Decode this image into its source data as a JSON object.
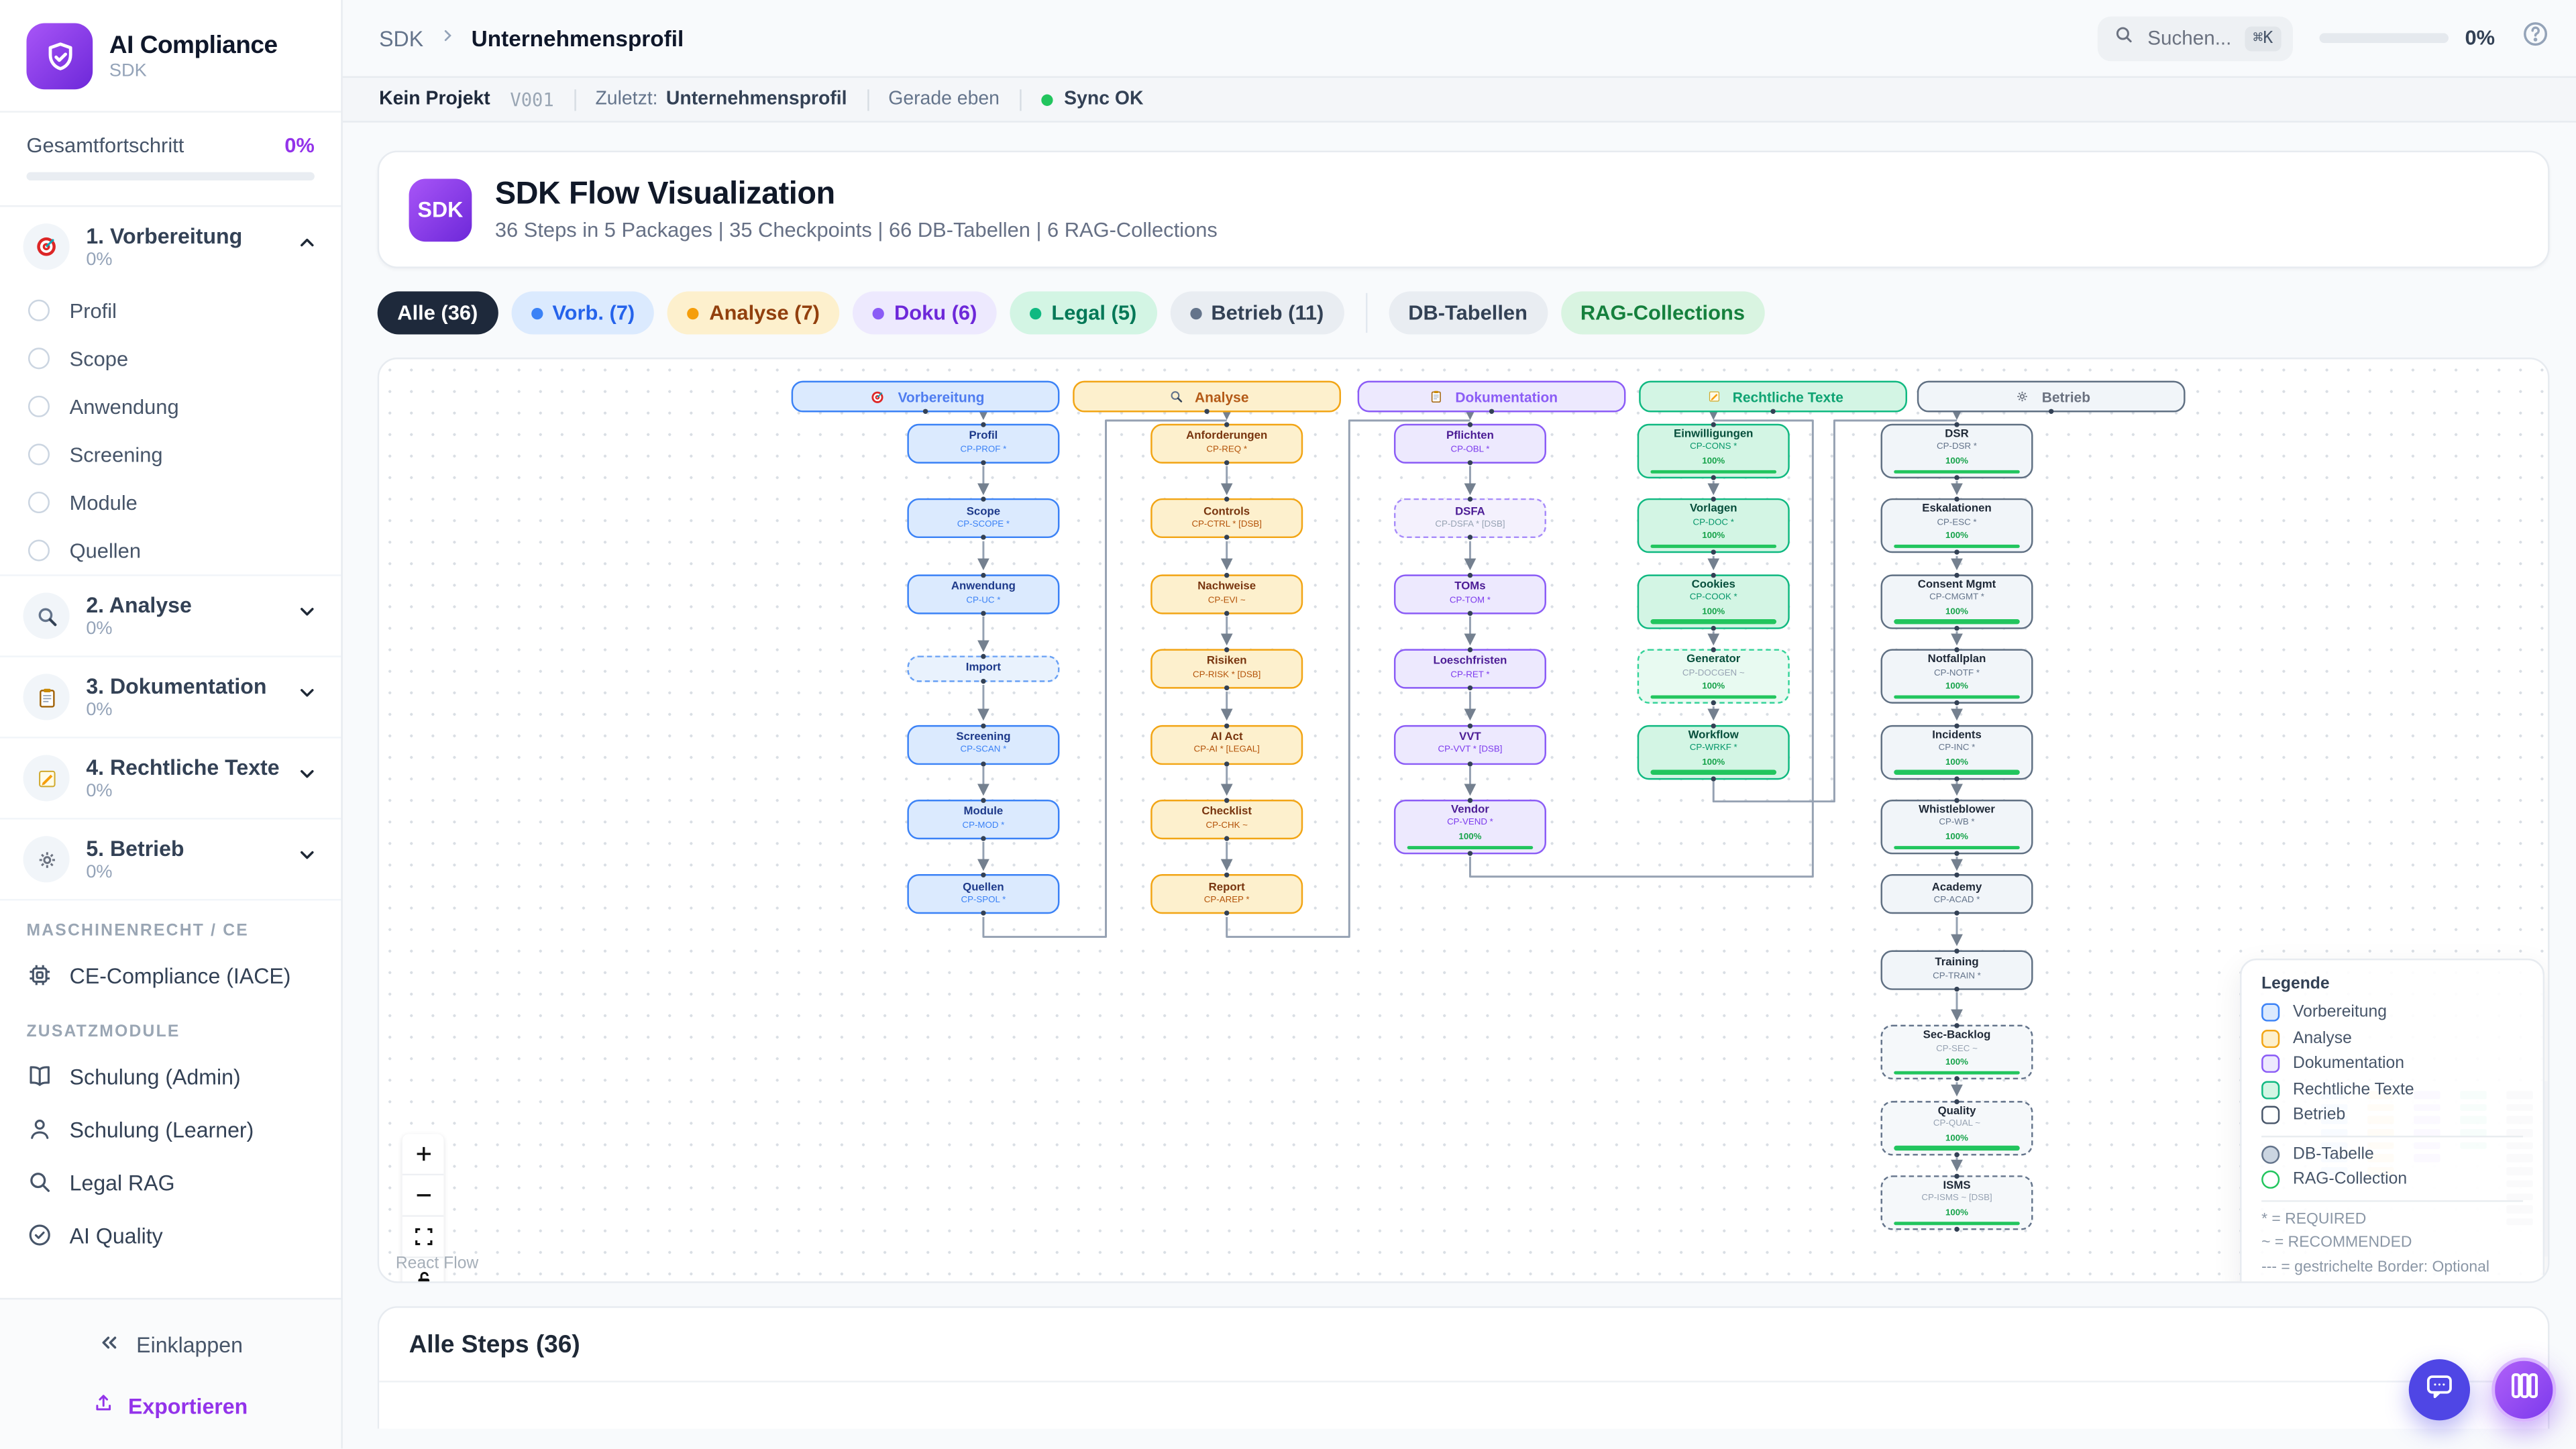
{
  "sidebar": {
    "logo": {
      "title": "AI Compliance",
      "subtitle": "SDK",
      "icon": "shield-check-icon"
    },
    "progress": {
      "label": "Gesamtfortschritt",
      "value": "0%"
    },
    "phases": [
      {
        "icon": "target-icon",
        "label": "1. Vorbereitung",
        "percent": "0%",
        "expanded": true,
        "children": [
          "Profil",
          "Scope",
          "Anwendung",
          "Screening",
          "Module",
          "Quellen"
        ]
      },
      {
        "icon": "magnifier-icon",
        "label": "2. Analyse",
        "percent": "0%",
        "expanded": false,
        "children": []
      },
      {
        "icon": "clipboard-icon",
        "label": "3. Dokumentation",
        "percent": "0%",
        "expanded": false,
        "children": []
      },
      {
        "icon": "memo-icon",
        "label": "4. Rechtliche Texte",
        "percent": "0%",
        "expanded": false,
        "children": []
      },
      {
        "icon": "gear-icon",
        "label": "5. Betrieb",
        "percent": "0%",
        "expanded": false,
        "children": []
      }
    ],
    "sections": [
      {
        "header": "MASCHINENRECHT / CE",
        "items": [
          {
            "icon": "chip-icon",
            "label": "CE-Compliance (IACE)"
          }
        ]
      },
      {
        "header": "ZUSATZMODULE",
        "items": [
          {
            "icon": "book-icon",
            "label": "Schulung (Admin)"
          },
          {
            "icon": "user-icon",
            "label": "Schulung (Learner)"
          },
          {
            "icon": "search-icon",
            "label": "Legal RAG"
          },
          {
            "icon": "check-circle-icon",
            "label": "AI Quality"
          }
        ]
      }
    ],
    "footer": {
      "collapse": "Einklappen",
      "export": "Exportieren"
    }
  },
  "topbar": {
    "breadcrumb_root": "SDK",
    "breadcrumb_leaf": "Unternehmensprofil",
    "search_placeholder": "Suchen...",
    "search_kbd": "⌘K",
    "progress": "0%"
  },
  "statusbar": {
    "project": "Kein Projekt",
    "version": "V001",
    "last_label": "Zuletzt:",
    "last_value": "Unternehmensprofil",
    "time": "Gerade eben",
    "sync": "Sync OK",
    "sync_color": "#22c55e"
  },
  "hero": {
    "badge": "SDK",
    "title": "SDK Flow Visualization",
    "subtitle": "36 Steps in 5 Packages | 35 Checkpoints | 66 DB-Tabellen | 6 RAG-Collections"
  },
  "filters": [
    {
      "label": "Alle (36)",
      "bg": "#1e293b",
      "color": "#ffffff",
      "dot": null
    },
    {
      "label": "Vorb. (7)",
      "bg": "#dbeafe",
      "color": "#2563eb",
      "dot": "#3b82f6"
    },
    {
      "label": "Analyse (7)",
      "bg": "#fdf0cd",
      "color": "#92400e",
      "dot": "#f59e0b"
    },
    {
      "label": "Doku (6)",
      "bg": "#ede9fe",
      "color": "#6d28d9",
      "dot": "#8b5cf6"
    },
    {
      "label": "Legal (5)",
      "bg": "#d3f5e4",
      "color": "#047857",
      "dot": "#10b981"
    },
    {
      "label": "Betrieb (11)",
      "bg": "#e9edf2",
      "color": "#334155",
      "dot": "#64748b"
    },
    {
      "label": "DB-Tabellen",
      "bg": "#e9edf2",
      "color": "#334155",
      "dot": null,
      "divider_before": true
    },
    {
      "label": "RAG-Collections",
      "bg": "#d9f4e1",
      "color": "#15803d",
      "dot": null
    }
  ],
  "flow": {
    "columns": [
      {
        "id": "vorbereitung",
        "label": "Vorbereitung",
        "icon": "target-icon",
        "colors": {
          "bg": "#dbeafe",
          "border": "#3b82f6",
          "title": "#1e3a8a",
          "code": "#3b82f6",
          "hdrText": "#4f7df0",
          "dashedBg": "#e9f2fd",
          "dashedBorder": "#69a1f5",
          "dashedCode": "#97a3b3"
        },
        "nodes": [
          {
            "title": "Profil",
            "code": "CP-PROF *"
          },
          {
            "title": "Scope",
            "code": "CP-SCOPE *"
          },
          {
            "title": "Anwendung",
            "code": "CP-UC *"
          },
          {
            "title": "Import",
            "code": "",
            "dashed": true,
            "slim": true
          },
          {
            "title": "Screening",
            "code": "CP-SCAN *"
          },
          {
            "title": "Module",
            "code": "CP-MOD *"
          },
          {
            "title": "Quellen",
            "code": "CP-SPOL *"
          }
        ]
      },
      {
        "id": "analyse",
        "label": "Analyse",
        "icon": "magnifier-icon",
        "colors": {
          "bg": "#fdf0cd",
          "border": "#f2a515",
          "title": "#78350f",
          "code": "#b45309",
          "hdrText": "#b45a17",
          "dashedBg": "#fdf6df",
          "dashedBorder": "#f5bd4f",
          "dashedCode": "#97a3b3"
        },
        "nodes": [
          {
            "title": "Anforderungen",
            "code": "CP-REQ *"
          },
          {
            "title": "Controls",
            "code": "CP-CTRL * [DSB]"
          },
          {
            "title": "Nachweise",
            "code": "CP-EVI ~"
          },
          {
            "title": "Risiken",
            "code": "CP-RISK * [DSB]"
          },
          {
            "title": "AI Act",
            "code": "CP-AI * [LEGAL]"
          },
          {
            "title": "Checklist",
            "code": "CP-CHK ~"
          },
          {
            "title": "Report",
            "code": "CP-AREP *"
          }
        ]
      },
      {
        "id": "dokumentation",
        "label": "Dokumentation",
        "icon": "clipboard-icon",
        "colors": {
          "bg": "#ede9fe",
          "border": "#8b5cf6",
          "title": "#4c1d95",
          "code": "#7c3aed",
          "hdrText": "#8b5cf6",
          "dashedBg": "#f4f1fd",
          "dashedBorder": "#a78bfa",
          "dashedCode": "#97a3b3"
        },
        "nodes": [
          {
            "title": "Pflichten",
            "code": "CP-OBL *"
          },
          {
            "title": "DSFA",
            "code": "CP-DSFA * [DSB]",
            "dashed": true
          },
          {
            "title": "TOMs",
            "code": "CP-TOM *"
          },
          {
            "title": "Loeschfristen",
            "code": "CP-RET *"
          },
          {
            "title": "VVT",
            "code": "CP-VVT * [DSB]"
          },
          {
            "title": "Vendor",
            "code": "CP-VEND *",
            "bar": "100%"
          }
        ]
      },
      {
        "id": "rechtliche-texte",
        "label": "Rechtliche Texte",
        "icon": "memo-icon",
        "colors": {
          "bg": "#d3f5e4",
          "border": "#10b981",
          "title": "#064e3b",
          "code": "#059669",
          "hdrText": "#0ea372",
          "dashedBg": "#e8faf1",
          "dashedBorder": "#34d399",
          "dashedCode": "#97a3b3"
        },
        "nodes": [
          {
            "title": "Einwilligungen",
            "code": "CP-CONS *",
            "bar": "100%"
          },
          {
            "title": "Vorlagen",
            "code": "CP-DOC *",
            "bar": "100%"
          },
          {
            "title": "Cookies",
            "code": "CP-COOK *",
            "bar": "100%"
          },
          {
            "title": "Generator",
            "code": "CP-DOCGEN ~",
            "bar": "100%",
            "dashed": true
          },
          {
            "title": "Workflow",
            "code": "CP-WRKF *",
            "bar": "100%"
          }
        ]
      },
      {
        "id": "betrieb",
        "label": "Betrieb",
        "icon": "gear-icon",
        "colors": {
          "bg": "#f1f5f9",
          "border": "#607083",
          "title": "#1f2937",
          "code": "#64748b",
          "hdrText": "#6b7280",
          "dashedBg": "#f5f8fa",
          "dashedBorder": "#64748b",
          "dashedCode": "#97a3b3"
        },
        "nodes": [
          {
            "title": "DSR",
            "code": "CP-DSR *",
            "bar": "100%"
          },
          {
            "title": "Eskalationen",
            "code": "CP-ESC *",
            "bar": "100%"
          },
          {
            "title": "Consent Mgmt",
            "code": "CP-CMGMT *",
            "bar": "100%"
          },
          {
            "title": "Notfallplan",
            "code": "CP-NOTF *",
            "bar": "100%"
          },
          {
            "title": "Incidents",
            "code": "CP-INC *",
            "bar": "100%"
          },
          {
            "title": "Whistleblower",
            "code": "CP-WB *",
            "bar": "100%"
          },
          {
            "title": "Academy",
            "code": "CP-ACAD *"
          },
          {
            "title": "Training",
            "code": "CP-TRAIN *"
          },
          {
            "title": "Sec-Backlog",
            "code": "CP-SEC ~",
            "bar": "100%",
            "dashed": true
          },
          {
            "title": "Quality",
            "code": "CP-QUAL ~",
            "bar": "100%",
            "dashed": true
          },
          {
            "title": "ISMS",
            "code": "CP-ISMS ~ [DSB]",
            "bar": "100%",
            "dashed": true
          }
        ]
      }
    ],
    "legend": {
      "title": "Legende",
      "phases": [
        {
          "label": "Vorbereitung",
          "border": "#3b82f6",
          "bg": "#dbeafe"
        },
        {
          "label": "Analyse",
          "border": "#f2a515",
          "bg": "#fdf0cd"
        },
        {
          "label": "Dokumentation",
          "border": "#8b5cf6",
          "bg": "#ede9fe"
        },
        {
          "label": "Rechtliche Texte",
          "border": "#10b981",
          "bg": "#d3f5e4"
        },
        {
          "label": "Betrieb",
          "border": "#475569",
          "bg": "#ffffff"
        }
      ],
      "shapes": [
        {
          "label": "DB-Tabelle",
          "border": "#64748b",
          "bg": "#cbd5e1"
        },
        {
          "label": "RAG-Collection",
          "border": "#22c55e",
          "bg": "#ffffff"
        }
      ],
      "notes": [
        "* = REQUIRED",
        "~ = RECOMMENDED",
        "--- = gestrichelte Border: Optional"
      ]
    },
    "controls": [
      {
        "icon": "plus-icon"
      },
      {
        "icon": "minus-icon"
      },
      {
        "icon": "fit-view-icon"
      },
      {
        "icon": "lock-icon"
      }
    ],
    "attribution": "React Flow"
  },
  "steps_card": {
    "title": "Alle Steps (36)"
  },
  "fabs": [
    {
      "icon": "chat-icon",
      "color": "#4f46e5"
    },
    {
      "icon": "kanban-icon",
      "color": "#7c3aed"
    }
  ]
}
